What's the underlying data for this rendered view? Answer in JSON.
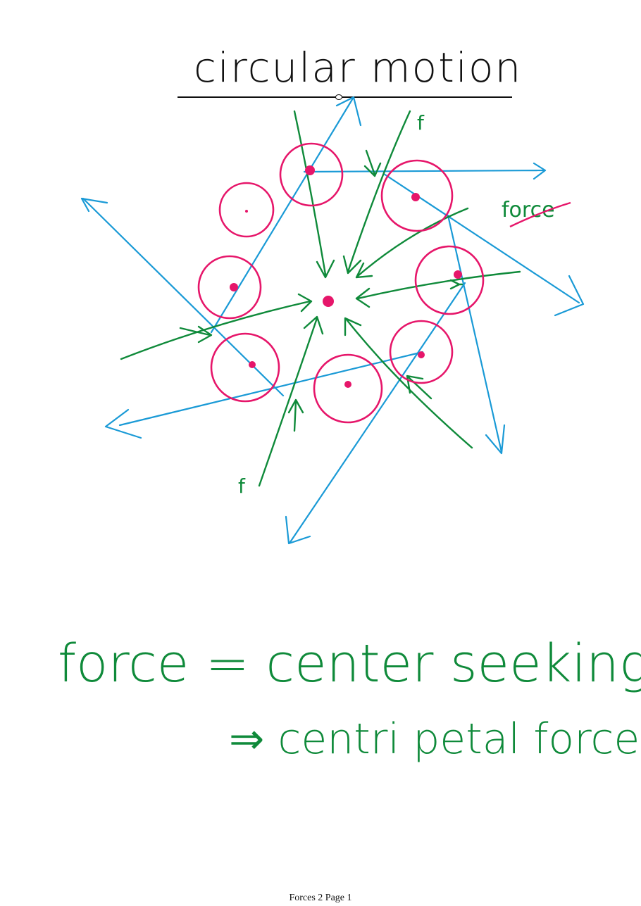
{
  "title": "circular motion",
  "labels": {
    "force_label": "force",
    "f_top": "f",
    "f_bottom": "f"
  },
  "equation": {
    "line1": "force = center seeking",
    "line2": "⇒ centri petal force."
  },
  "footer": "Forces 2 Page 1",
  "colors": {
    "ink_black": "#111111",
    "object_pink": "#e6166a",
    "velocity_blue": "#1a9ad6",
    "force_green": "#0f8a3a"
  }
}
